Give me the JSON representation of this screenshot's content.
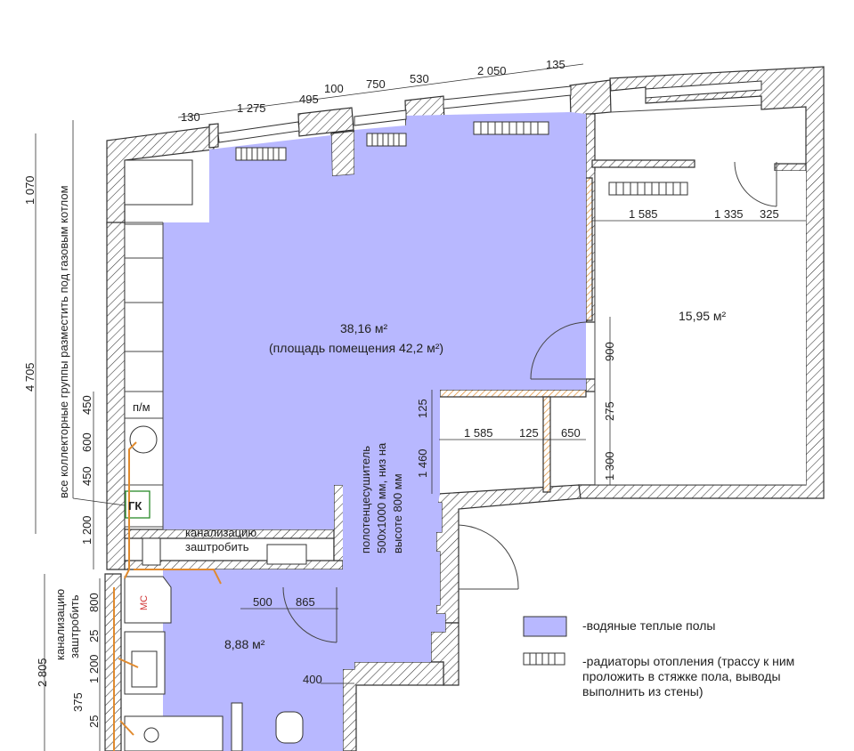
{
  "colors": {
    "floor_heating": "#b8b8ff",
    "wall_hatch": "#333333",
    "pipe": "#e08a2e",
    "mc_text": "#d23a3a",
    "gk_box": "#2a8a2a"
  },
  "rooms": {
    "living_area": "38,16 м²",
    "living_note": "(площадь помещения 42,2 м²)",
    "bedroom_area": "15,95 м²",
    "bathroom_area": "8,88 м²"
  },
  "labels": {
    "pm": "п/м",
    "gk": "ГК",
    "mc": "МС",
    "sewer_top_1": "канализацию",
    "sewer_top_2": "заштробить",
    "sewer_left_1": "канализацию",
    "sewer_left_2": "заштробить",
    "towel_1": "полотенцесушитель",
    "towel_2": "500х1000 мм, низ на",
    "towel_3": "высоте 800 мм",
    "collector_note": "все коллекторные группы разместить под газовым котлом"
  },
  "dimensions": {
    "top": [
      "130",
      "1 275",
      "495",
      "100",
      "750",
      "530",
      "2 050",
      "135"
    ],
    "bedroom_row": [
      "1 585",
      "1 335",
      "325"
    ],
    "hall_row": [
      "1 585",
      "125",
      "650"
    ],
    "bedroom_vert": [
      "900",
      "275",
      "1 300"
    ],
    "hall_vert": [
      "125",
      "1 460"
    ],
    "left_outer": [
      "1 070",
      "4 705"
    ],
    "left_inner": [
      "450",
      "600",
      "450",
      "1 200"
    ],
    "bath_row": [
      "500",
      "865"
    ],
    "bath_small": "400",
    "bath_left": [
      "800",
      "25",
      "1 200",
      "25",
      "375"
    ],
    "bath_outer": "2 805"
  },
  "legend": {
    "heating": "-водяные теплые полы",
    "radiator_1": "-радиаторы отопления (трассу к ним",
    "radiator_2": "проложить в стяжке пола, выводы",
    "radiator_3": "выполнить из стены)"
  }
}
